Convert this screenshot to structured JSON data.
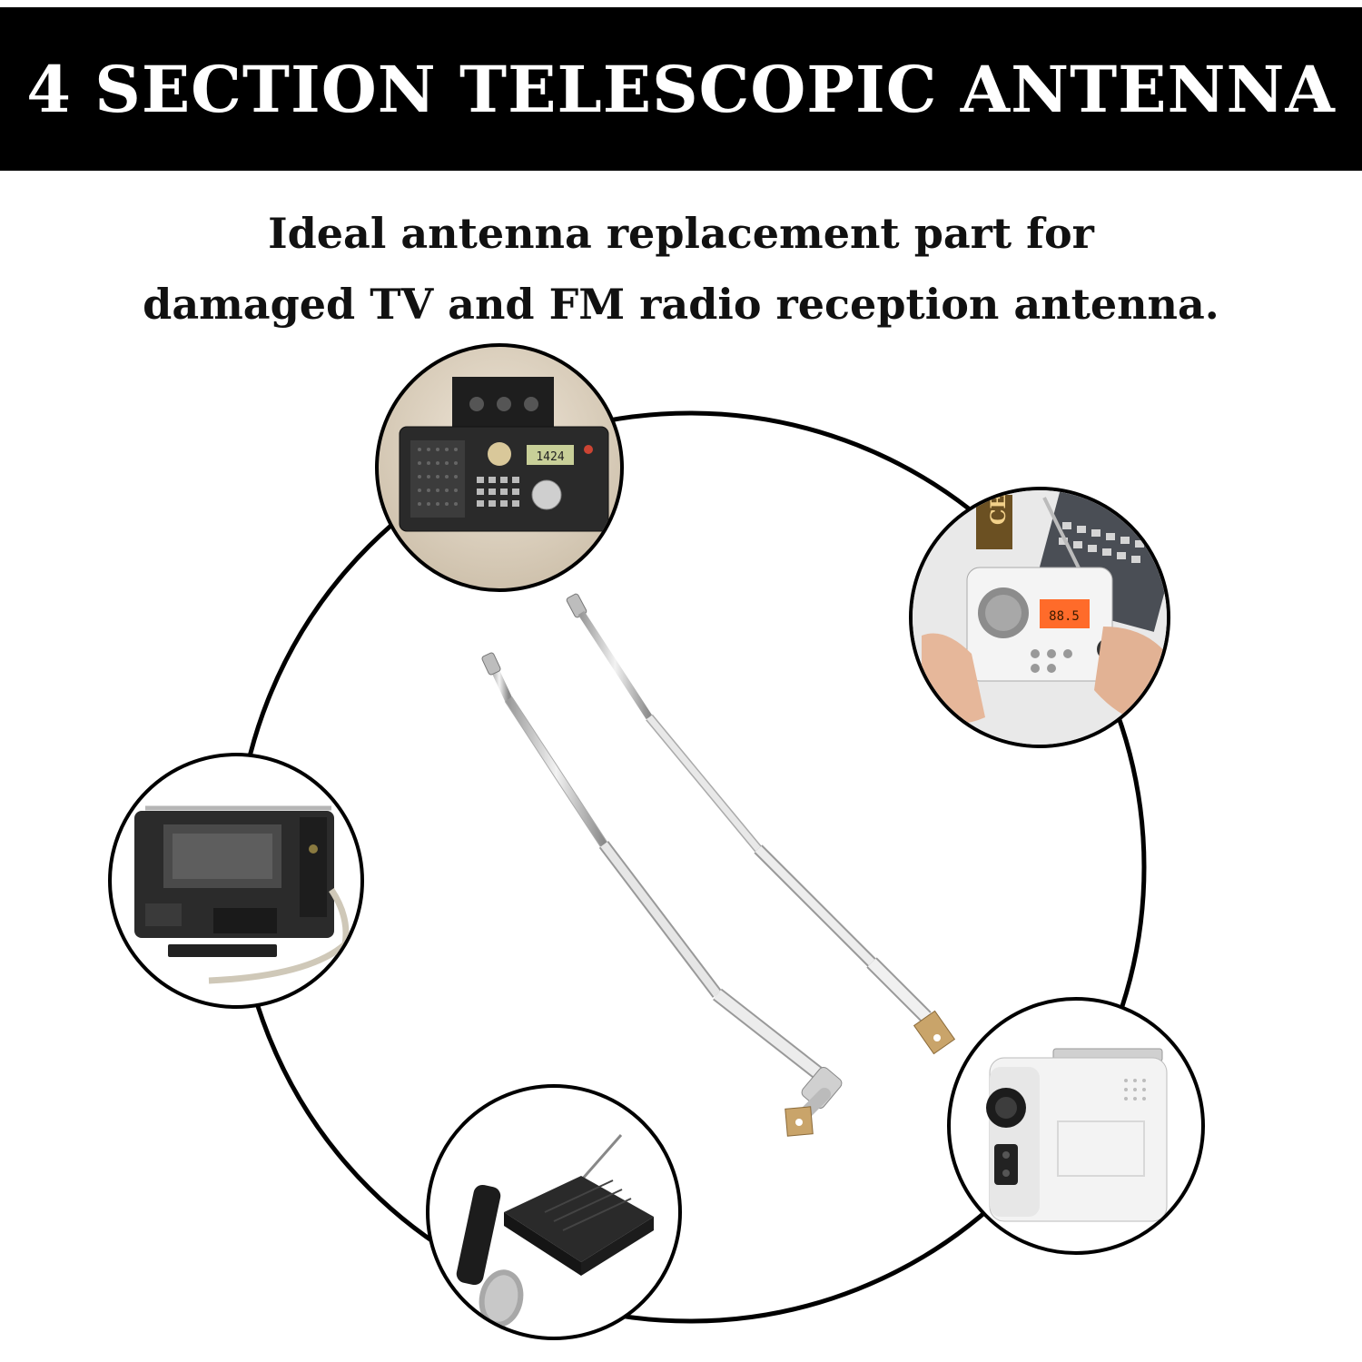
{
  "header": {
    "title": "4 SECTION TELESCOPIC ANTENNA"
  },
  "subtitle": {
    "line1": "Ideal antenna replacement part for",
    "line2": "damaged TV and FM radio reception antenna."
  },
  "colors": {
    "banner_bg": "#000000",
    "banner_text": "#ffffff",
    "ring": "#000000",
    "antenna_metal": "#c8c8c8",
    "antenna_base": "#c9a46a"
  },
  "device_thumbnails": [
    {
      "name": "shortwave-radio-icon"
    },
    {
      "name": "portable-lcd-radio-icon"
    },
    {
      "name": "pocket-radio-icon"
    },
    {
      "name": "wireless-microphone-receiver-icon"
    },
    {
      "name": "white-crank-radio-icon"
    }
  ],
  "radio_display": "88.5",
  "shortwave_display": "1424"
}
